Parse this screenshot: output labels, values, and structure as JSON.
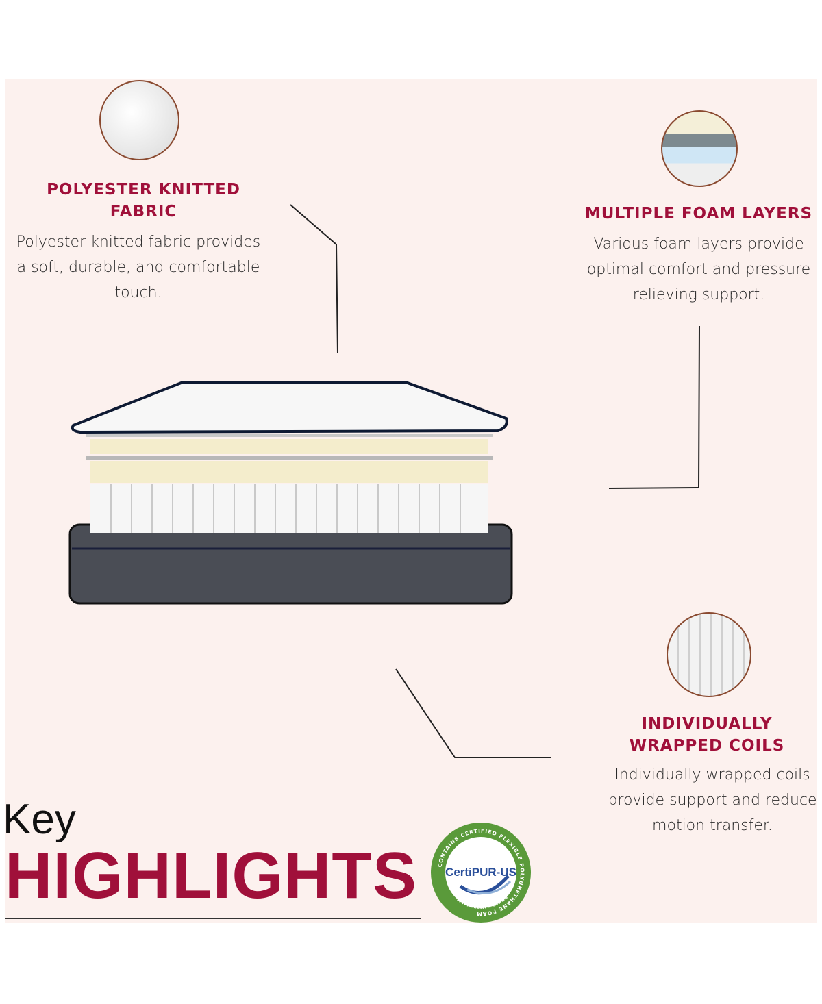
{
  "features": [
    {
      "title_lines": [
        "POLYESTER KNITTED",
        "FABRIC"
      ],
      "desc_lines": [
        "Polyester knitted fabric provides",
        "a soft, durable, and comfortable",
        "touch."
      ],
      "image": "knitted-fabric-swatch"
    },
    {
      "title_lines": [
        "MULTIPLE FOAM LAYERS"
      ],
      "desc_lines": [
        "Various foam layers provide",
        "optimal comfort and pressure",
        "relieving support."
      ],
      "image": "foam-layers-swatch"
    },
    {
      "title_lines": [
        "INDIVIDUALLY",
        "WRAPPED COILS"
      ],
      "desc_lines": [
        "Individually wrapped coils",
        "provide support and reduce",
        "motion transfer."
      ],
      "image": "coils-swatch"
    }
  ],
  "heading": {
    "small": "Key",
    "large": "HIGHLIGHTS"
  },
  "badge": {
    "brand": "CertiPUR-US",
    "ring_text": "CONTAINS CERTIFIED FLEXIBLE POLYURETHANE FOAM",
    "url": "WWW.CERTIPUR.US"
  },
  "colors": {
    "accent": "#a0103a",
    "background": "#fcf1ee",
    "badge_green": "#5a9a3a",
    "badge_blue": "#2a4f9a"
  }
}
